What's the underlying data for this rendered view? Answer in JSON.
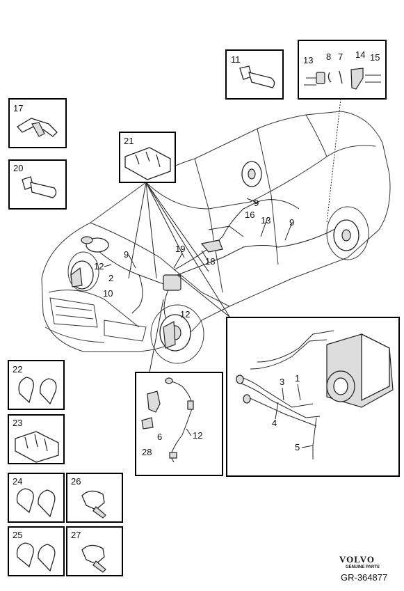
{
  "labels": {
    "1": "1",
    "2": "2",
    "3": "3",
    "4": "4",
    "5": "5",
    "6": "6",
    "7": "7",
    "8": "8",
    "9": "9",
    "10": "10",
    "11": "11",
    "12": "12",
    "13": "13",
    "14": "14",
    "15": "15",
    "16": "16",
    "17": "17",
    "18": "18",
    "19": "19",
    "20": "20",
    "21": "21",
    "22": "22",
    "23": "23",
    "24": "24",
    "25": "25",
    "26": "26",
    "27": "27",
    "28": "28"
  },
  "brand": {
    "name": "VOLVO",
    "tagline": "GENUINE PARTS"
  },
  "reference": "GR-364877"
}
